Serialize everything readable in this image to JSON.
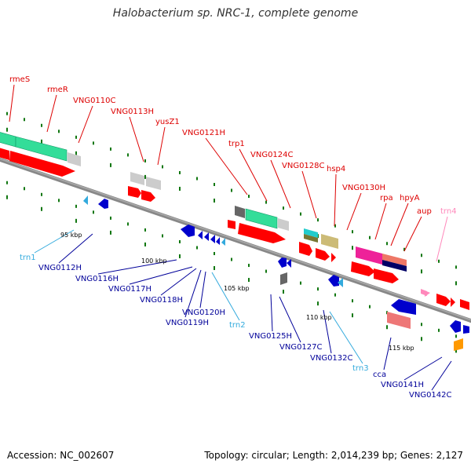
{
  "title": "Halobacterium sp. NRC-1, complete genome",
  "footer": {
    "accession": "Accession: NC_002607",
    "stats": "Topology: circular; Length: 2,014,239 bp; Genes: 2,127"
  },
  "colors": {
    "forward_gene": "#ff0000",
    "reverse_gene": "#0000cc",
    "trna": "#33aadd",
    "pseudo_trna": "#ff88bb",
    "rrna_like": "#ff9900",
    "backbone": "#888888",
    "tick": "#117711",
    "label_red": "#dd0000",
    "label_blue": "#000099",
    "label_cyan": "#33aadd",
    "label_pink": "#ff88bb"
  },
  "scale_ticks": [
    "95 kbp",
    "100 kbp",
    "105 kbp",
    "110 kbp",
    "115 kbp"
  ],
  "labels_forward": [
    "rmeS",
    "rmeR",
    "VNG0110C",
    "VNG0113H",
    "yusZ1",
    "VNG0121H",
    "trp1",
    "VNG0124C",
    "VNG0128C",
    "hsp4",
    "VNG0130H",
    "rpa",
    "hpyA",
    "aup",
    "trn4"
  ],
  "labels_reverse": [
    "trn1",
    "VNG0112H",
    "VNG0116H",
    "VNG0117H",
    "VNG0118H",
    "VNG0119H",
    "VNG0120H",
    "trn2",
    "VNG0125H",
    "VNG0127C",
    "VNG0132C",
    "trn3",
    "cca",
    "VNG0141H",
    "VNG0142C"
  ]
}
